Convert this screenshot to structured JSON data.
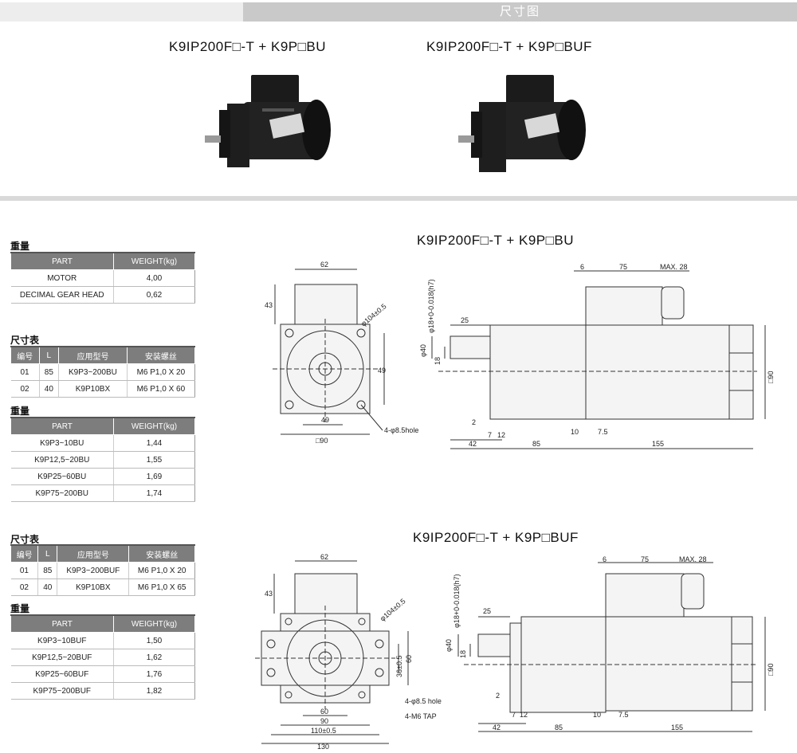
{
  "page": {
    "section_title": "尺寸图",
    "models": {
      "bu": "K9IP200F□-T + K9P□BU",
      "buf": "K9IP200F□-T + K9P□BUF"
    }
  },
  "weight_table_1": {
    "heading": "重量",
    "headers": [
      "PART",
      "WEIGHT(kg)"
    ],
    "rows": [
      [
        "MOTOR",
        "4,00"
      ],
      [
        "DECIMAL GEAR HEAD",
        "0,62"
      ]
    ]
  },
  "size_table_1": {
    "heading": "尺寸表",
    "headers": [
      "编号",
      "L",
      "应用型号",
      "安装螺丝"
    ],
    "rows": [
      [
        "01",
        "85",
        "K9P3~200BU",
        "M6 P1,0 X 20"
      ],
      [
        "02",
        "40",
        "K9P10BX",
        "M6 P1,0 X 60"
      ]
    ]
  },
  "weight_table_2": {
    "heading": "重量",
    "headers": [
      "PART",
      "WEIGHT(kg)"
    ],
    "rows": [
      [
        "K9P3~10BU",
        "1,44"
      ],
      [
        "K9P12,5~20BU",
        "1,55"
      ],
      [
        "K9P25~60BU",
        "1,69"
      ],
      [
        "K9P75~200BU",
        "1,74"
      ]
    ]
  },
  "size_table_2": {
    "heading": "尺寸表",
    "headers": [
      "编号",
      "L",
      "应用型号",
      "安装螺丝"
    ],
    "rows": [
      [
        "01",
        "85",
        "K9P3~200BUF",
        "M6 P1,0 X 20"
      ],
      [
        "02",
        "40",
        "K9P10BX",
        "M6 P1,0 X 65"
      ]
    ]
  },
  "weight_table_3": {
    "heading": "重量",
    "headers": [
      "PART",
      "WEIGHT(kg)"
    ],
    "rows": [
      [
        "K9P3~10BUF",
        "1,50"
      ],
      [
        "K9P12,5~20BUF",
        "1,62"
      ],
      [
        "K9P25~60BUF",
        "1,76"
      ],
      [
        "K9P75~200BUF",
        "1,82"
      ]
    ]
  },
  "drawing_bu": {
    "front": {
      "d62": "62",
      "d43": "43",
      "d104": "φ104±0.5",
      "d49a": "49",
      "d49b": "49",
      "hole": "4-φ8.5hole",
      "d90": "□90"
    },
    "side": {
      "d6": "6",
      "d75": "75",
      "max28": "MAX. 28",
      "shaft": "φ18+0-0.018(h7)",
      "d25": "25",
      "d40": "φ40",
      "d18": "18",
      "d90": "□90",
      "d2": "2",
      "d7": "7",
      "d12": "12",
      "d10": "10",
      "d75b": "7.5",
      "d42": "42",
      "d85": "85",
      "d155": "155"
    }
  },
  "drawing_buf": {
    "front": {
      "d62": "62",
      "d43": "43",
      "d104": "φ104±0.5",
      "d36": "36±0.5",
      "d60v": "60",
      "hole": "4-φ8.5 hole",
      "tap": "4-M6 TAP",
      "d60": "60",
      "d90": "90",
      "d110": "110±0.5",
      "d130": "130"
    },
    "side": {
      "d6": "6",
      "d75": "75",
      "max28": "MAX. 28",
      "shaft": "φ18+0-0.018(h7)",
      "d25": "25",
      "d40": "φ40",
      "d18": "18",
      "d90": "□90",
      "d2": "2",
      "d7": "7",
      "d12": "12",
      "d10": "10",
      "d75b": "7.5",
      "d42": "42",
      "d85": "85",
      "d155": "155"
    }
  }
}
